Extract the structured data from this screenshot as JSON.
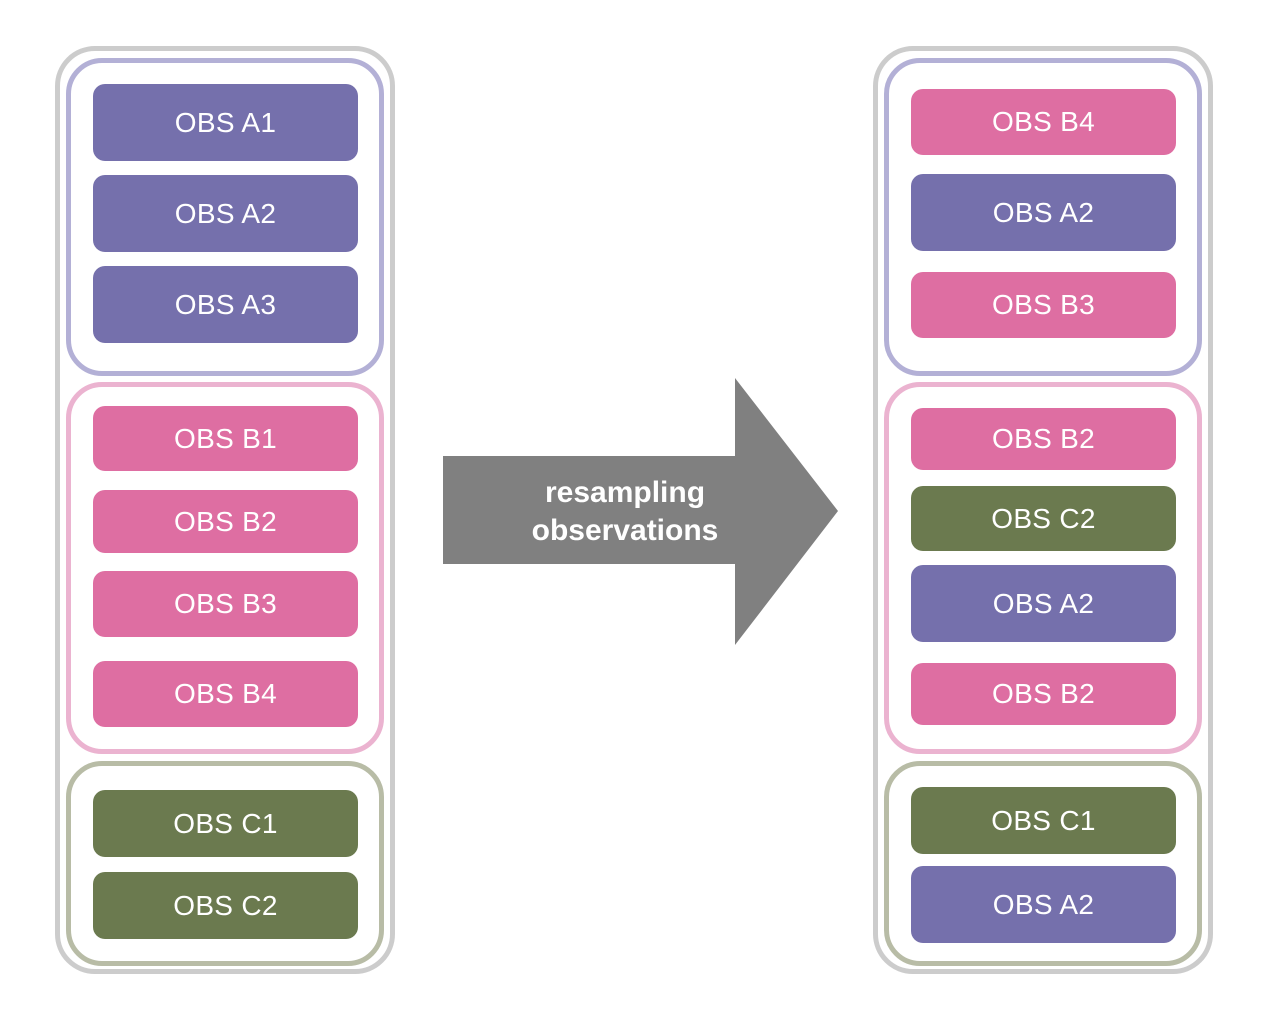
{
  "colors": {
    "A": "#7570ac",
    "B": "#de6ea2",
    "C": "#6b7a4f",
    "group_A": "#b3b0d6",
    "group_B": "#ebb3d0",
    "group_C": "#b8bca6",
    "outer": "#cccccc",
    "arrow": "#808080"
  },
  "arrow": {
    "line1": "resampling",
    "line2": "observations"
  },
  "left": {
    "groups": [
      {
        "id": "A",
        "items": [
          "OBS A1",
          "OBS A2",
          "OBS A3"
        ]
      },
      {
        "id": "B",
        "items": [
          "OBS B1",
          "OBS B2",
          "OBS B3",
          "OBS B4"
        ]
      },
      {
        "id": "C",
        "items": [
          "OBS C1",
          "OBS C2"
        ]
      }
    ]
  },
  "right": {
    "groups": [
      {
        "id": "A",
        "items": [
          {
            "label": "OBS B4",
            "color": "B"
          },
          {
            "label": "OBS A2",
            "color": "A"
          },
          {
            "label": "OBS B3",
            "color": "B"
          }
        ]
      },
      {
        "id": "B",
        "items": [
          {
            "label": "OBS B2",
            "color": "B"
          },
          {
            "label": "OBS C2",
            "color": "C"
          },
          {
            "label": "OBS A2",
            "color": "A"
          },
          {
            "label": "OBS B2",
            "color": "B"
          }
        ]
      },
      {
        "id": "C",
        "items": [
          {
            "label": "OBS C1",
            "color": "C"
          },
          {
            "label": "OBS A2",
            "color": "A"
          }
        ]
      }
    ]
  }
}
